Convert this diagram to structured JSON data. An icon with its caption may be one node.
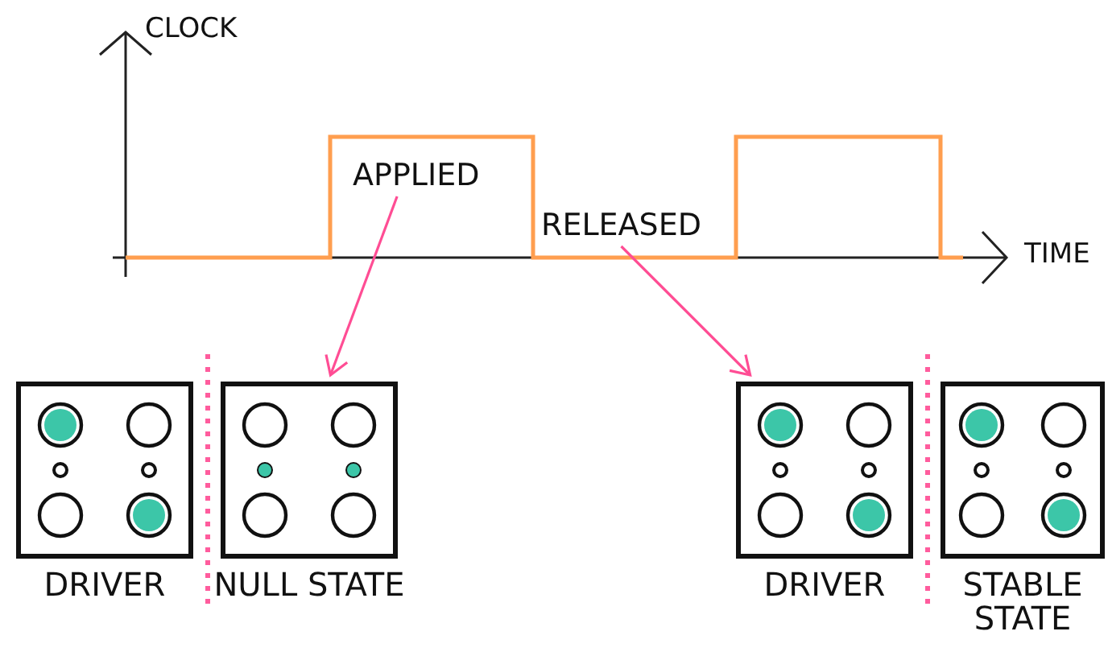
{
  "diagram": {
    "nodes": [
      {
        "text": [
          "APPLIED"
        ]
      },
      {
        "text": [
          "RELEASED"
        ]
      },
      {
        "text": [
          "DRIVER"
        ]
      },
      {
        "text": [
          "NULL STATE"
        ]
      },
      {
        "text": [
          "DRIVER"
        ]
      },
      {
        "text": [
          "STABLE STATE"
        ]
      }
    ],
    "edges": [
      {
        "from": 0,
        "to": 3,
        "arrow": "to"
      },
      {
        "from": 1,
        "to": 4,
        "arrow": "to"
      }
    ],
    "labels": [
      "CLOCK",
      "TIME"
    ]
  }
}
